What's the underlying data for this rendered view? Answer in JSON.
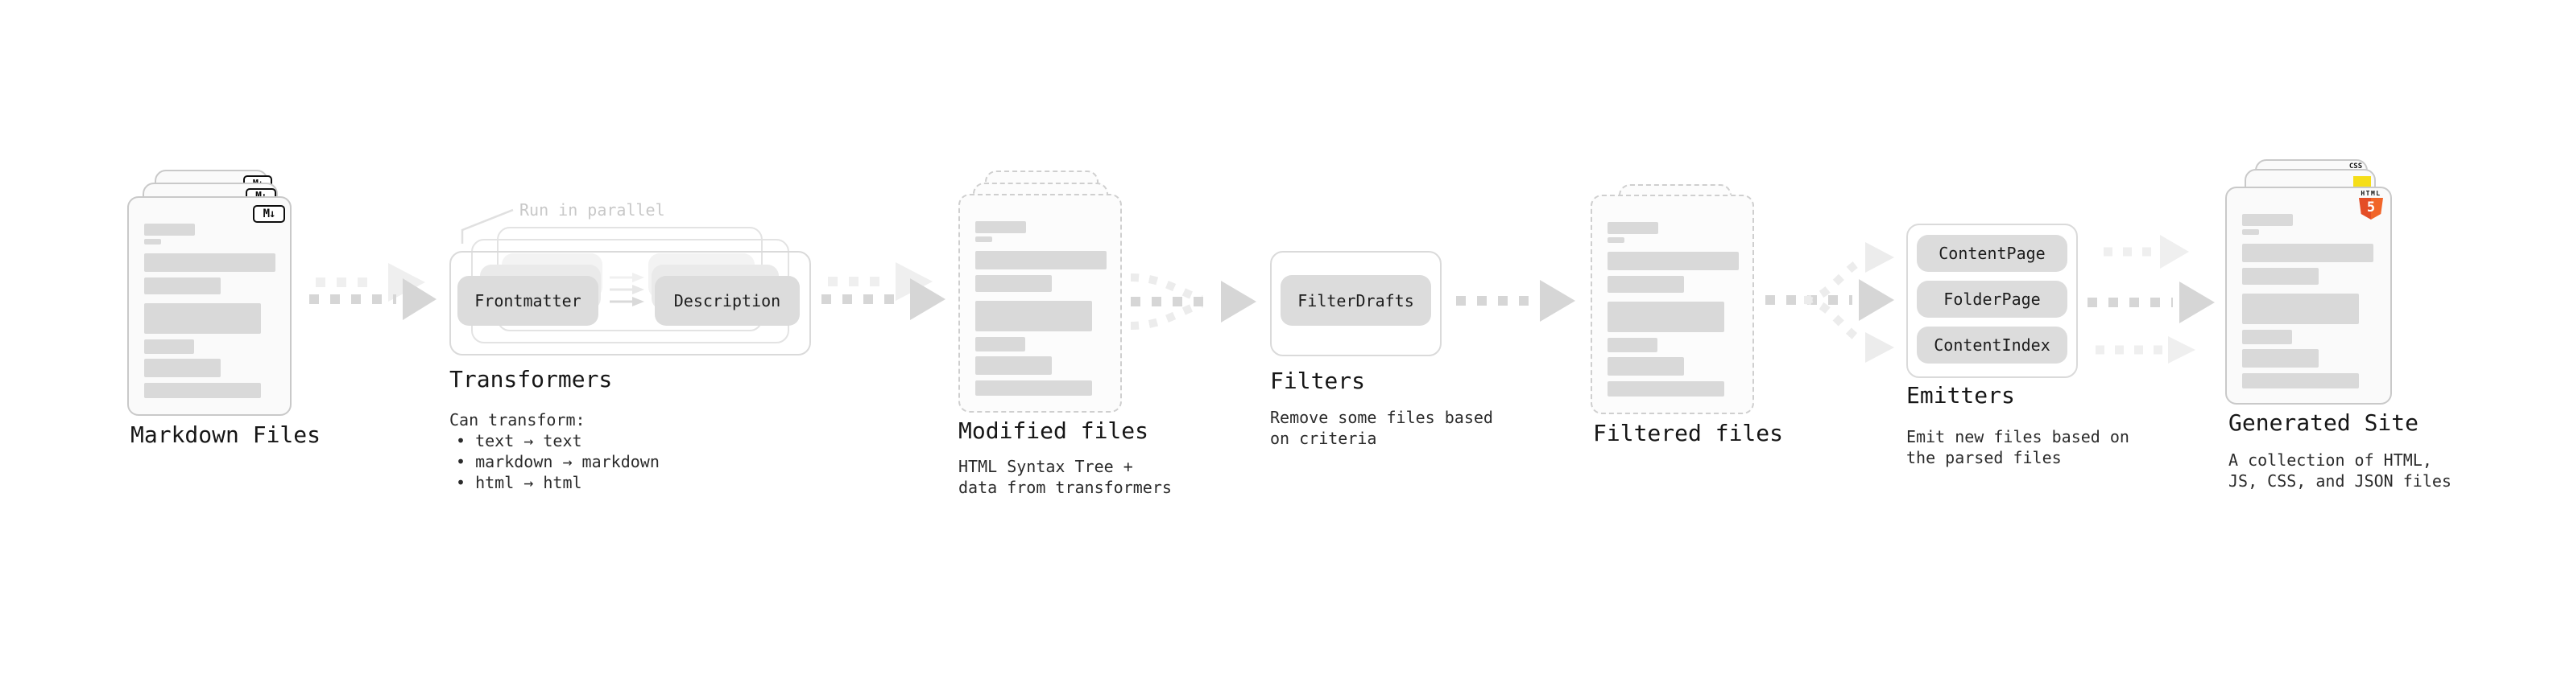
{
  "pipeline": {
    "markdown_files": {
      "title": "Markdown Files",
      "icon": "M↓"
    },
    "transformers": {
      "title": "Transformers",
      "annotation": "Run in parallel",
      "pills": [
        "Frontmatter",
        "Description"
      ],
      "note_heading": "Can transform:",
      "bullets": [
        "• text → text",
        "• markdown → markdown",
        "• html → html"
      ]
    },
    "modified_files": {
      "title": "Modified files",
      "note": "HTML Syntax Tree +\ndata from transformers"
    },
    "filters": {
      "title": "Filters",
      "pills": [
        "FilterDrafts"
      ],
      "note": "Remove some files based\non criteria"
    },
    "filtered_files": {
      "title": "Filtered files"
    },
    "emitters": {
      "title": "Emitters",
      "pills": [
        "ContentPage",
        "FolderPage",
        "ContentIndex"
      ],
      "note": "Emit new files based on\nthe parsed files"
    },
    "generated_site": {
      "title": "Generated Site",
      "note": "A collection of HTML,\nJS, CSS, and JSON files",
      "badges": {
        "css_label": "CSS",
        "html_label": "HTML",
        "html_number": "5"
      }
    }
  },
  "colors": {
    "skeleton_bar": "#d9d9d9",
    "pill_bg": "#dcdcdc",
    "card_border": "#c9c9c9",
    "arrow_dark": "#d6d6d6",
    "arrow_light": "#efefef",
    "annotation_gray": "#c8c8c8",
    "html5_orange": "#e44d26",
    "js_yellow": "#f5de19",
    "css_blue": "#2962f1"
  }
}
